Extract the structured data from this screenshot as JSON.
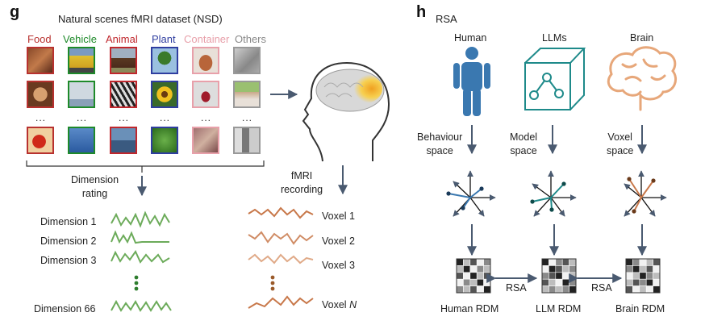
{
  "panel_g": {
    "letter": "g",
    "title": "Natural scenes fMRI dataset (NSD)",
    "categories": [
      {
        "label": "Food",
        "color": "#b8312f"
      },
      {
        "label": "Vehicle",
        "color": "#1e8a2a"
      },
      {
        "label": "Animal",
        "color": "#c0272d"
      },
      {
        "label": "Plant",
        "color": "#2f3ea0"
      },
      {
        "label": "Container",
        "color": "#e8a0aa"
      },
      {
        "label": "Others",
        "color": "#888888"
      }
    ],
    "ellipsis": "...",
    "dimension_rating": [
      "Dimension",
      "rating"
    ],
    "dimensions": [
      "Dimension 1",
      "Dimension 2",
      "Dimension 3",
      "Dimension 66"
    ],
    "fmri_recording": [
      "fMRI",
      "recording"
    ],
    "voxels": [
      "Voxel 1",
      "Voxel 2",
      "Voxel 3",
      "Voxel "
    ],
    "voxel_n_italic": "N"
  },
  "panel_h": {
    "letter": "h",
    "title": "RSA",
    "columns": [
      "Human",
      "LLMs",
      "Brain"
    ],
    "spaces": [
      [
        "Behaviour",
        "space"
      ],
      [
        "Model",
        "space"
      ],
      [
        "Voxel",
        "space"
      ]
    ],
    "rsa_label": "RSA",
    "rdms": [
      "Human RDM",
      "LLM RDM",
      "Brain RDM"
    ]
  },
  "colors": {
    "green_line": "#6cab5a",
    "orange_line": "#c8784a",
    "human_blue": "#3a78b0",
    "llm_teal": "#1e8a8a",
    "brain_orange": "#e7a77a",
    "arrow": "#4a5a70"
  }
}
